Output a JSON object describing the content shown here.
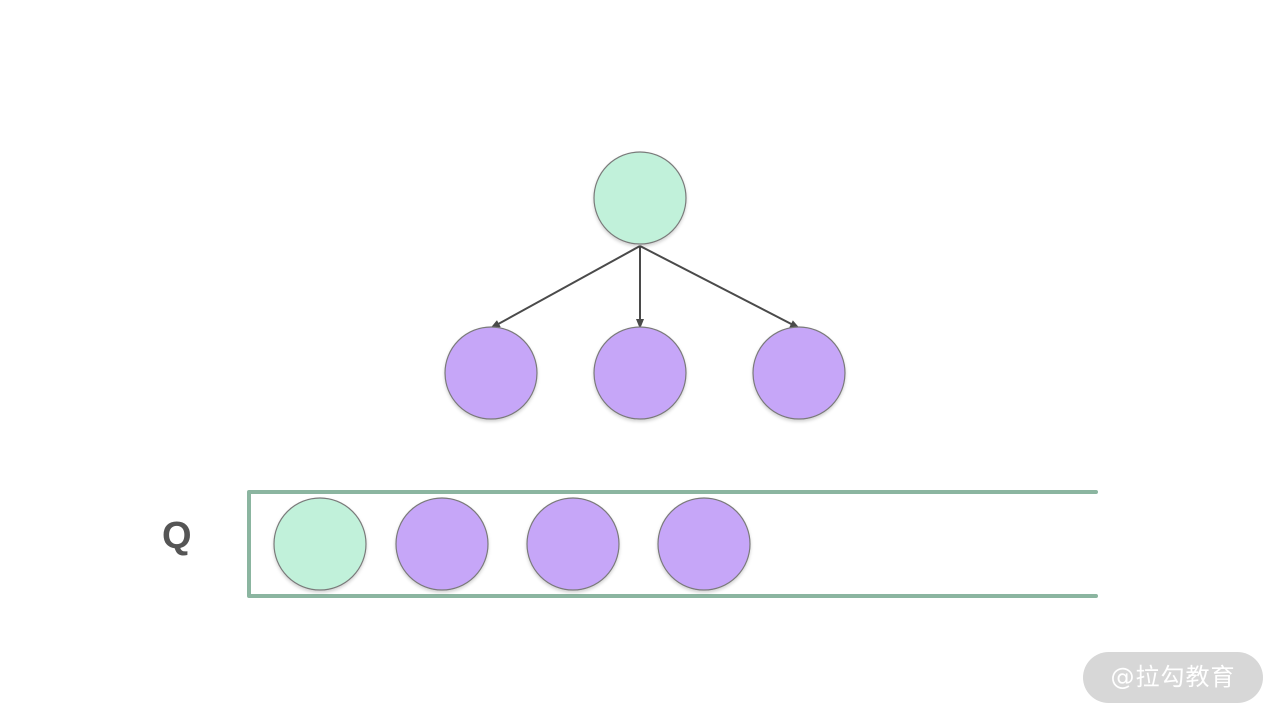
{
  "colors": {
    "root_node": "#c1f1da",
    "child_node": "#c6a6f8",
    "node_stroke": "#7a7a7a",
    "edge": "#4a4a4a",
    "queue_border": "#8bb5a0",
    "queue_label": "#555555",
    "watermark_bg": "#d7d7d7",
    "watermark_text": "#ffffff"
  },
  "tree": {
    "root": {
      "kind": "root"
    },
    "children": [
      {
        "kind": "child"
      },
      {
        "kind": "child"
      },
      {
        "kind": "child"
      }
    ]
  },
  "queue": {
    "label": "Q",
    "items": [
      {
        "kind": "root"
      },
      {
        "kind": "child"
      },
      {
        "kind": "child"
      },
      {
        "kind": "child"
      }
    ]
  },
  "watermark": {
    "text": "@拉勾教育"
  }
}
